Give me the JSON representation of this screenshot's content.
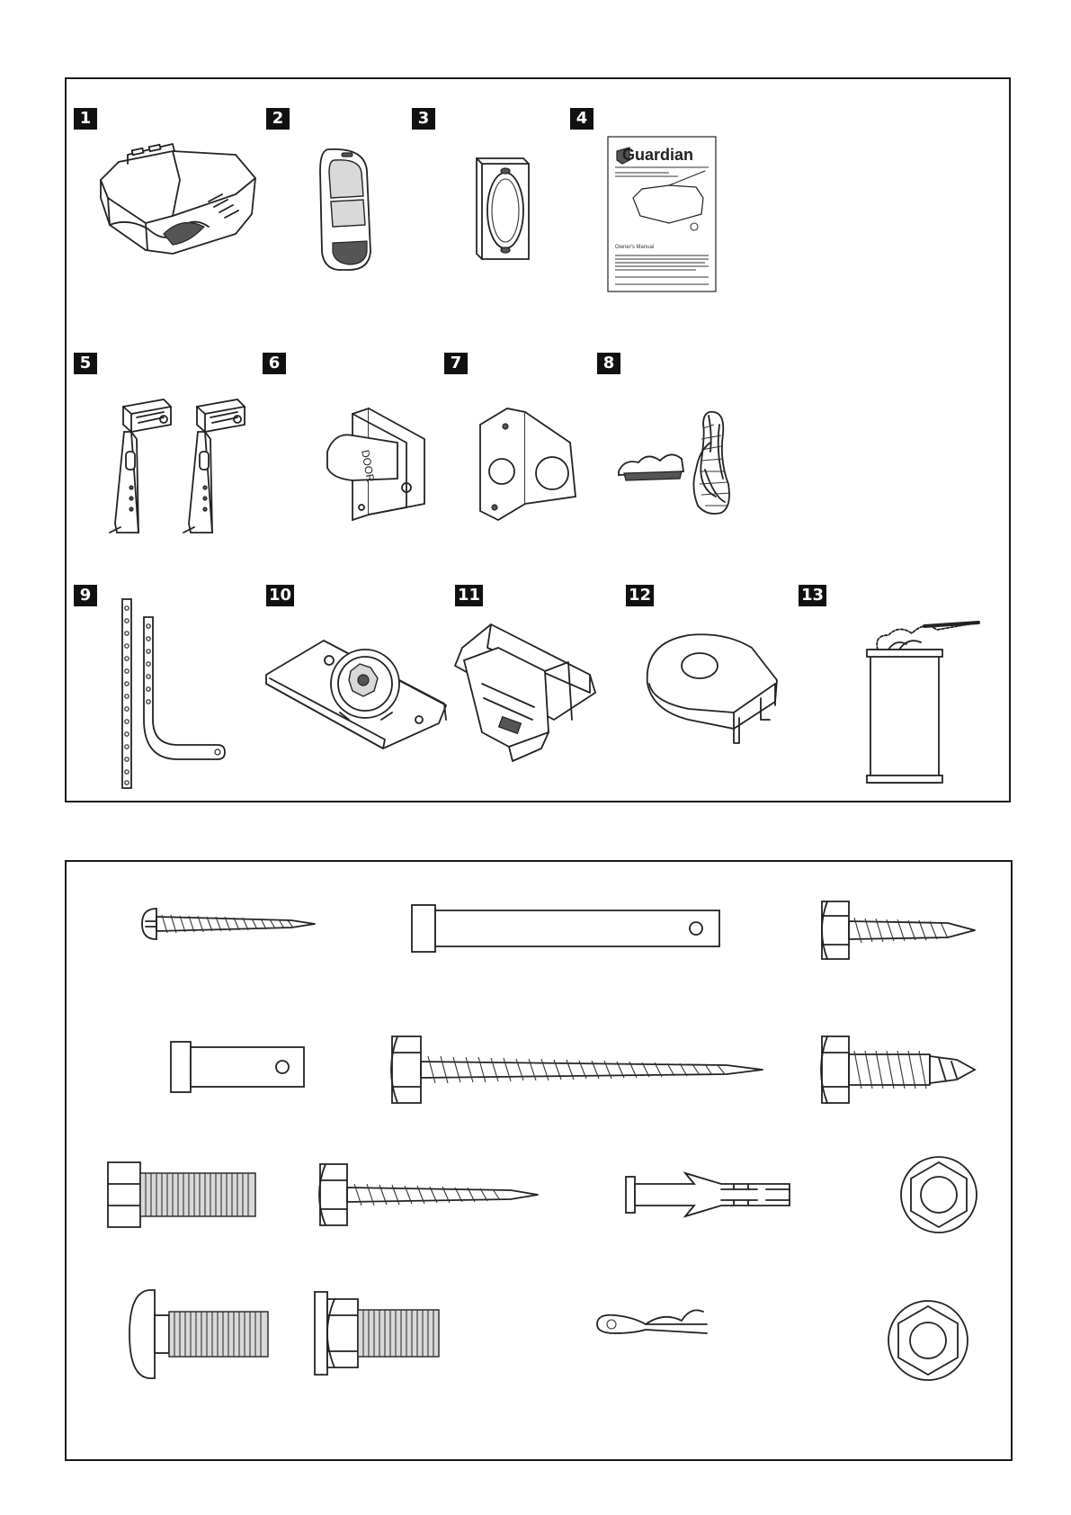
{
  "parts": [
    {
      "number": "1",
      "icon": "opener-motor-unit-icon"
    },
    {
      "number": "2",
      "icon": "remote-control-icon"
    },
    {
      "number": "3",
      "icon": "wall-button-icon"
    },
    {
      "number": "4",
      "icon": "owners-manual-icon"
    },
    {
      "number": "5",
      "icon": "safety-sensor-brackets-icon"
    },
    {
      "number": "6",
      "icon": "door-bracket-icon"
    },
    {
      "number": "7",
      "icon": "header-bracket-icon"
    },
    {
      "number": "8",
      "icon": "emergency-release-handle-icon"
    },
    {
      "number": "9",
      "icon": "door-arms-icon"
    },
    {
      "number": "10",
      "icon": "sprocket-assembly-icon"
    },
    {
      "number": "11",
      "icon": "trolley-icon"
    },
    {
      "number": "12",
      "icon": "sprocket-cover-icon"
    },
    {
      "number": "13",
      "icon": "chain-and-belt-icon"
    }
  ],
  "manual": {
    "brand": "Guardian",
    "subtitle": "Owner's Manual"
  },
  "door_bracket_text": "DOOR",
  "hardware": [
    "round-head-screw-icon",
    "clevis-pin-long-icon",
    "hex-washer-screw-short-icon",
    "clevis-pin-short-icon",
    "hex-lag-screw-long-icon",
    "self-drilling-screw-icon",
    "hex-bolt-icon",
    "hex-lag-screw-medium-icon",
    "wall-anchor-icon",
    "hex-nut-small-icon",
    "carriage-bolt-icon",
    "flange-bolt-icon",
    "hitch-pin-clip-icon",
    "hex-nut-large-icon"
  ]
}
